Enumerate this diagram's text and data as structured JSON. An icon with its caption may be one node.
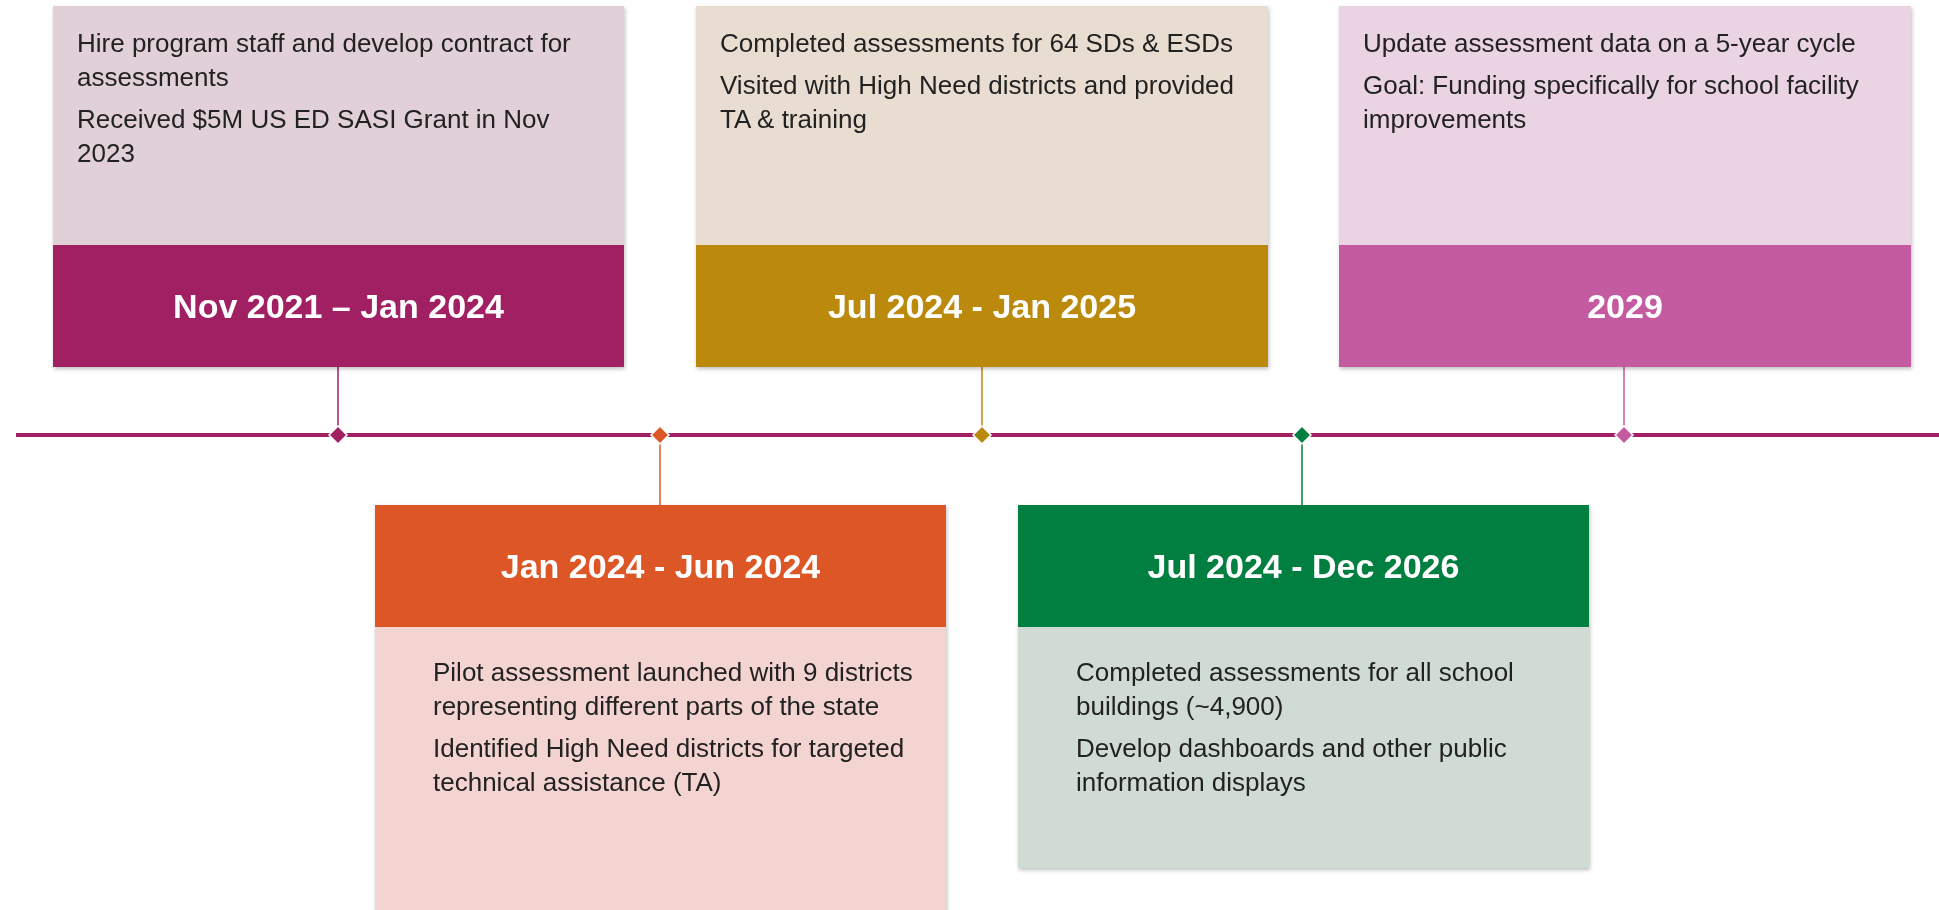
{
  "diagram": {
    "nodes": [
      {
        "text": [
          "Hire program staff and develop contract for assessments",
          "Received $5M US ED SASI Grant in Nov 2023",
          "Nov 2021 – Jan 2024"
        ]
      },
      {
        "text": [
          "Jan 2024 - Jun 2024",
          "Pilot assessment launched with 9 districts representing different parts of the state",
          "Identified High Need districts for targeted technical assistance (TA)"
        ]
      },
      {
        "text": [
          "Completed assessments for 64 SDs & ESDs",
          "Visited with High Need districts and provided TA & training",
          "Jul 2024 - Jan 2025"
        ]
      },
      {
        "text": [
          "Jul 2024 - Dec 2026",
          "Completed assessments for all school buildings (~4,900)",
          "Develop dashboards and other public information displays"
        ]
      },
      {
        "text": [
          "Update assessment data on a 5-year cycle",
          "Goal: Funding specifically for school facility improvements",
          "2029"
        ]
      },
      {
        "text": [],
        "shape": "diamond"
      },
      {
        "text": [],
        "shape": "diamond"
      },
      {
        "text": [],
        "shape": "diamond"
      },
      {
        "text": [],
        "shape": "diamond"
      },
      {
        "text": [],
        "shape": "diamond"
      }
    ],
    "edges": [
      {
        "from": 0,
        "to": 5,
        "arrow": "none",
        "color": "#a11f63"
      },
      {
        "from": 1,
        "to": 6,
        "arrow": "none",
        "color": "#dd5726"
      },
      {
        "from": 2,
        "to": 7,
        "arrow": "none",
        "color": "#bb890b"
      },
      {
        "from": 3,
        "to": 8,
        "arrow": "none",
        "color": "#007f40"
      },
      {
        "from": 4,
        "to": 9,
        "arrow": "none",
        "color": "#c45ba0"
      }
    ]
  }
}
